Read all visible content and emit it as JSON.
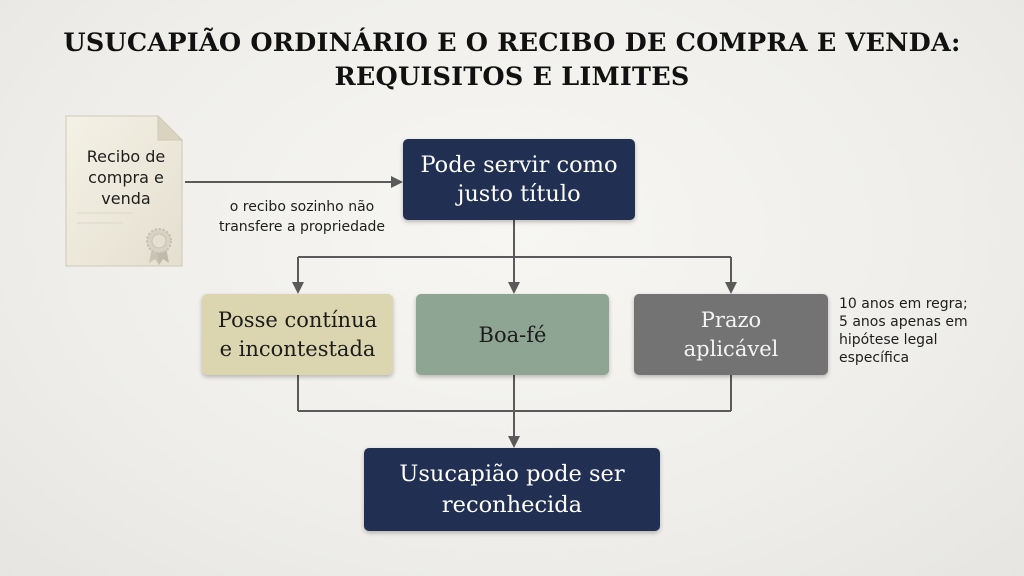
{
  "title": {
    "line1": "USUCAPIÃO ORDINÁRIO E O RECIBO DE COMPRA E VENDA:",
    "line2": "REQUISITOS E LIMITES"
  },
  "document": {
    "label_lines": [
      "Recibo de",
      "compra e",
      "venda"
    ]
  },
  "edge_notes": {
    "recibo": [
      "o recibo sozinho não",
      "transfere a propriedade"
    ]
  },
  "nodes": {
    "justo_titulo": [
      "Pode servir como",
      "justo título"
    ],
    "posse": [
      "Posse contínua",
      "e incontestada"
    ],
    "boa_fe": [
      "Boa-fé"
    ],
    "prazo": [
      "Prazo",
      "aplicável"
    ],
    "usucapiao": [
      "Usucapião pode ser",
      "reconhecida"
    ]
  },
  "side_notes": {
    "prazo": [
      "10 anos em regra;",
      "5 anos apenas em",
      "hipótese legal",
      "específica"
    ]
  },
  "colors": {
    "navy": "#213052",
    "khaki": "#dcd6b0",
    "sage": "#8ea593",
    "gray": "#737373",
    "connector": "#5a5a5a"
  }
}
